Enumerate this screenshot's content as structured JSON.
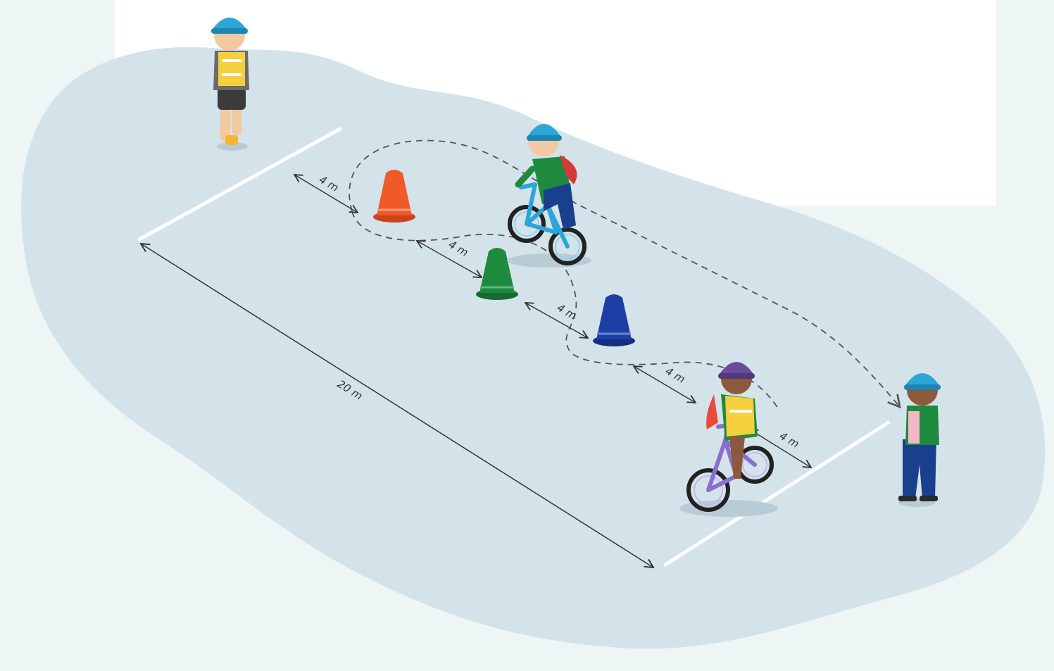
{
  "diagram": {
    "course_length_label": "20 m",
    "spacing_labels": [
      "4 m",
      "4 m",
      "4 m",
      "4 m",
      "4 m"
    ],
    "cones": [
      {
        "color_name": "orange",
        "color": "#f05a28"
      },
      {
        "color_name": "green",
        "color": "#1e8a3e"
      },
      {
        "color_name": "blue",
        "color": "#1c3ea6"
      }
    ],
    "colors": {
      "ground": "#d4e3ea",
      "background": "#eef5f5",
      "white_panel": "#ffffff",
      "line_marking": "#ffffff",
      "path": "#555555",
      "helmet_blue": "#2aa6d8",
      "helmet_purple": "#6a4c9c",
      "vest_yellow": "#f4d03f"
    },
    "figures": [
      "child-standing-start",
      "child-cyclist-blue-bike",
      "child-cyclist-purple-bike",
      "child-standing-end"
    ]
  }
}
